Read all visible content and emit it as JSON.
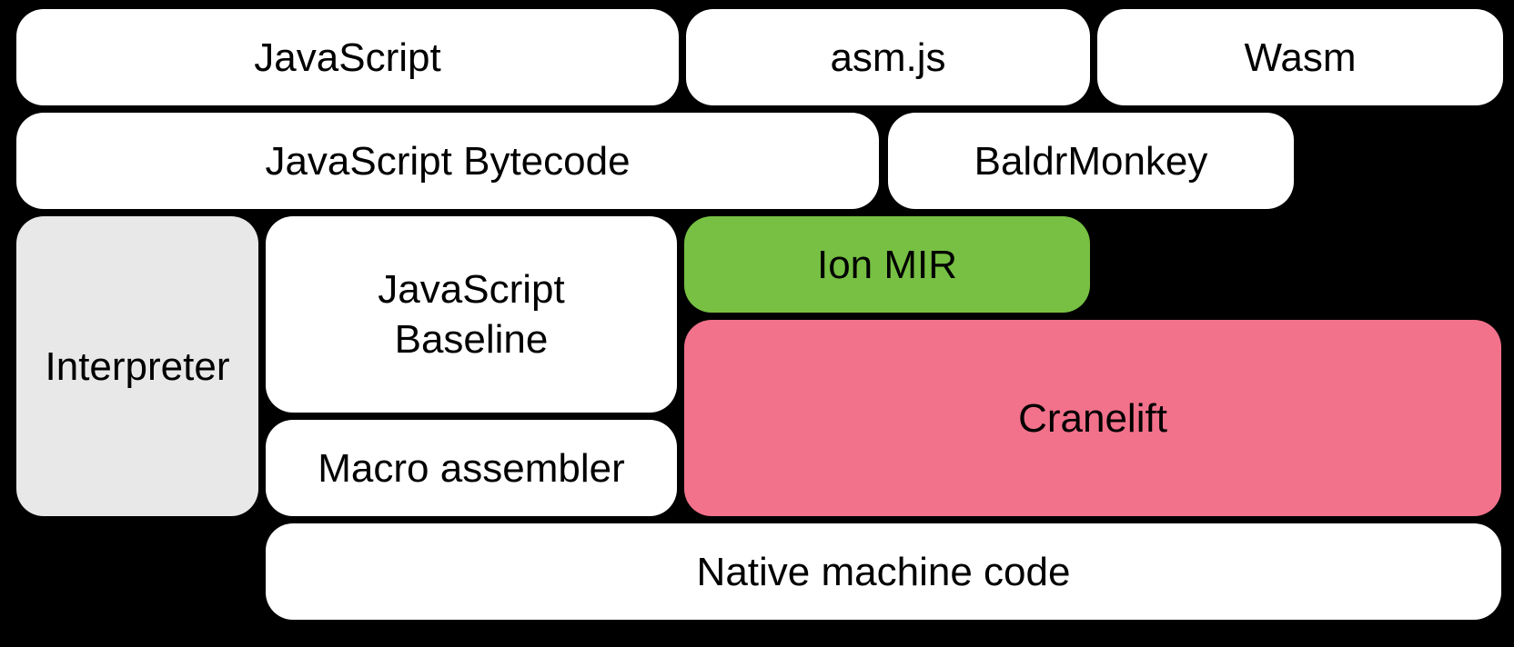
{
  "diagram": {
    "background": "#000000",
    "text_color": "#000000",
    "nodes": [
      {
        "id": "javascript",
        "label": "JavaScript",
        "color": "#ffffff"
      },
      {
        "id": "asmjs",
        "label": "asm.js",
        "color": "#ffffff"
      },
      {
        "id": "wasm",
        "label": "Wasm",
        "color": "#ffffff"
      },
      {
        "id": "javascript-bytecode",
        "label": "JavaScript Bytecode",
        "color": "#ffffff"
      },
      {
        "id": "baldrmonkey",
        "label": "BaldrMonkey",
        "color": "#ffffff"
      },
      {
        "id": "interpreter",
        "label": "Interpreter",
        "color": "#e8e8e8"
      },
      {
        "id": "javascript-baseline",
        "label": "JavaScript\nBaseline",
        "color": "#ffffff"
      },
      {
        "id": "ion-mir",
        "label": "Ion MIR",
        "color": "#77c043"
      },
      {
        "id": "cranelift",
        "label": "Cranelift",
        "color": "#f2718b"
      },
      {
        "id": "macro-assembler",
        "label": "Macro assembler",
        "color": "#ffffff"
      },
      {
        "id": "native-machine-code",
        "label": "Native machine code",
        "color": "#ffffff"
      }
    ]
  }
}
